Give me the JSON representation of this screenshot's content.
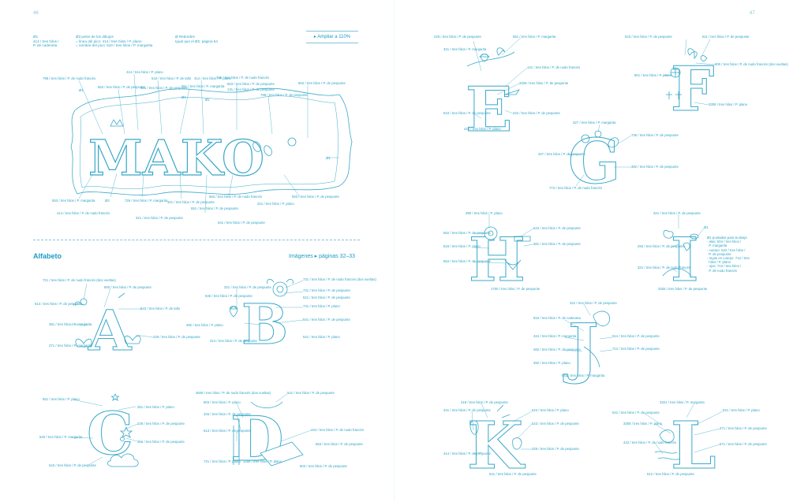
{
  "folios": {
    "left": "46",
    "right": "47"
  },
  "header": {
    "col1": "Ø1\n414 / tres hilos /\nP. de cadeneta",
    "col2": "Ø3 pelos de los dibujos\n= línea del pico: 414 / tres hilos / P. plano\n= nombre del pico: 543 / tres hilos / P. margarita",
    "col3": "Ø Rebordes\nIgual que el Ø2, página 54",
    "enlarge": "▸ Ampliar a 110%"
  },
  "section": {
    "title": "Alfabeto",
    "ref": "Imágenes ▸ páginas 32–33"
  },
  "art": {
    "mako_word": "MAKO"
  },
  "letters": [
    "A",
    "B",
    "C",
    "D",
    "E",
    "F",
    "G",
    "H",
    "I",
    "J",
    "K",
    "L"
  ],
  "labels_mako": [
    "798 / tres hilos / P. de nudo francés",
    "414 / tres hilos / P. plano",
    "563 / tres hilos / P. de pespunte",
    "543 / tres hilos / P. de tallo",
    "Ø1",
    "151 / tres hilos / P. de pespunte",
    "551 / tres hilos / P. margarita",
    "321 / tres hilos / P. plano",
    "Ø1",
    "Ø1",
    "726 / tres hilos / P. de nudo francés",
    "563 / tres hilos / P. de pespunte",
    "131 / tres hilos / P. de pespunte",
    "414 / tres hilos / P. plano",
    "798 / tres hilos / P. de pespunte",
    "553 / tres hilos / P. de pespunte",
    "Ø2",
    "726 / tres hilos / P. margarita",
    "321 / tres hilos / P. de pespunte",
    "414 / tres hilos / P. de nudo francés",
    "553 / tres hilos / P. margarita",
    "321 / tres hilos / P. de pespunte",
    "563 / tres hilos / P. de nudo francés",
    "551 / tres hilos / P. de pespunte",
    "541 / tres hilos / P. de pespunte",
    "553 / tres hilos / P. de pespunte",
    "Ø1"
  ],
  "labels_A": [
    "721 / tres hilos / P. de nudo francés (dos vueltas)",
    "800 / tres hilos / P. de pespunte",
    "613 / tres hilos / P. de pespunte",
    "543 / tres hilos / P. de tallo",
    "381 / tres hilos / P. margarita",
    "229 / tres hilos / P. de pespunte",
    "371 / tres hilos / P. margarita"
  ],
  "labels_B": [
    "321 / tres hilos / P. de pespunte",
    "731 / tres hilos / P. de nudo francés (dos vueltas)",
    "536 / tres hilos / P. de pespunte",
    "731 / tres hilos / P. de pespunte",
    "521 / tres hilos / P. de pespunte",
    "731 / tres hilos / P. plano",
    "392 / tres hilos / P. plano",
    "541 / tres hilos / P. de pespunte",
    "414 / tres hilos / P. de pespunte",
    "541 / tres hilos / P. plano",
    "536 / tres hilos / P. de pespunte"
  ],
  "labels_C": [
    "551 / tres hilos / P. plano",
    "351 / tres hilos / P. plano",
    "228 / tres hilos / P. de pespunte",
    "520 / tres hilos / P. margarita",
    "356 / tres hilos / P. de pespunte",
    "543 / tres hilos / P. de pespunte"
  ],
  "labels_D": [
    "3828 / tres hilos / P. de nudo francés (dos vueltas)",
    "541 / tres hilos / P. de pespunte",
    "803 / tres hilos / P. plano",
    "326 / tres hilos / P. de pespunte",
    "513 / tres hilos / P. de pespunte",
    "334 / tres hilos / P. de nudo francés",
    "553 / tres hilos / P. de pespunte",
    "721 / tres hilos / P. plano",
    "3308 / tres hilos / P. plano",
    "803 / tres hilos / P. de pespunte"
  ],
  "labels_E": [
    "229 / tres hilos / P. de pespunte",
    "551 / tres hilos / P. margarita",
    "321 / tres hilos / P. margarita",
    "141 / tres hilos / P. de nudo francés",
    "3328 / tres hilos / P. de pespunte",
    "543 / tres hilos / P. de pespunte",
    "422 / tres hilos / P. de pespunte",
    "422 / tres hilos / P. plano"
  ],
  "labels_F": [
    "543 / tres hilos / P. de pespunte",
    "611 / tres hilos / P. de pespunte",
    "800 / tres hilos / P. de nudo francés (dos vueltas)",
    "801 / tres hilos / P. plano",
    "3308 / tres hilos / P. plano"
  ],
  "labels_G": [
    "327 / tres hilos / P. margarita",
    "736 / tres hilos / P. de pespunte",
    "327 / tres hilos / P. de pespunte",
    "382 / tres hilos / P. de pespunte",
    "773 / tres hilos / P. de nudo francés"
  ],
  "labels_H": [
    "380 / tres hilos / P. plano",
    "543 / tres hilos / P. de pespunte",
    "552 / tres hilos / P. de pespunte",
    "818 / tres hilos / P. plano",
    "381 / tres hilos / P. de pespunte",
    "553 / tres hilos / P. de pespunte",
    "1700 / tres hilos / P. de pespunte"
  ],
  "labels_I": [
    "321 / tres hilos / P. de pespunte",
    "Ø1",
    "Ø1 puntadas para la abeja\n- alas: 504 / tres hilos /\n  P. margarita\n- cuerpo: 522 / tres hilos /\n  P. de pespunte\n- rayas en cuerpo: 712 / tres\n  hilos / P. plano\n- ojos: 713 / tres hilos /\n  P. de nudo francés",
    "293 / tres hilos / P. de pespunte",
    "321 / tres hilos / P. de nudo francés",
    "3325 / tres hilos / P. de pespunte"
  ],
  "labels_J": [
    "341 / tres hilos / P. de pespunte",
    "816 / tres hilos / P. de cadeneta",
    "424 / tres hilos / P. margarita",
    "514 / tres hilos / P. de pespunte",
    "282 / tres hilos / P. de pespunte",
    "712 / tres hilos / P. de pespunte",
    "392 / tres hilos / P. plano",
    "541 / tres hilos / P. margarita"
  ],
  "labels_K": [
    "218 / tres hilos / P. de pespunte",
    "341 / tres hilos / P. de pespunte",
    "523 / tres hilos / P. plano",
    "523 / tres hilos / P. de pespunte",
    "414 / tres hilos / P. de pespunte",
    "329 / tres hilos / P. de pespunte",
    "541 / tres hilos / P. de pespunte"
  ],
  "labels_L": [
    "3321 / tres hilos / P. margarita",
    "541 / tres hilos / P. de pespunte",
    "3308 / tres hilos / P. plano",
    "371 / tres hilos / P. de pespunte",
    "521 / tres hilos / P. plano",
    "422 / tres hilos / P. de nudo francés",
    "571 / tres hilos / P. de pespunte",
    "612 / tres hilos / P. de pespunte"
  ]
}
